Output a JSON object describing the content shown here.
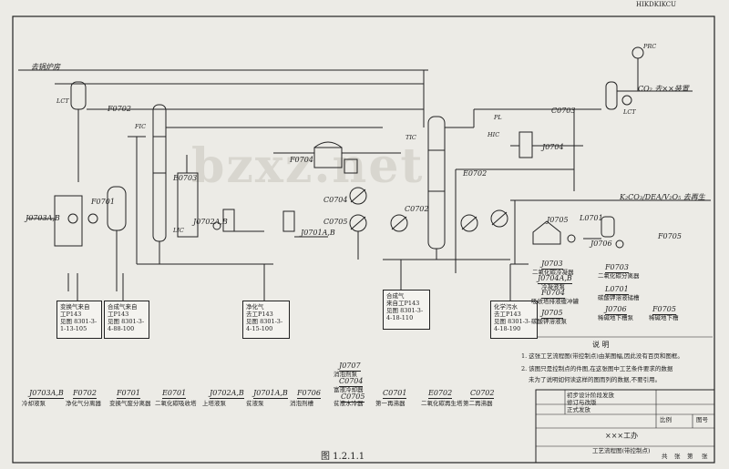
{
  "header_fragment": "HIKDKIKCU",
  "watermark": "bzxz.net",
  "figure_caption": "图 1.2.1.1",
  "top_left_line": "去锅炉房",
  "top_right_line": "CO₂ 去××装置",
  "right_mid_line": "K₂CO₃/DEA/V₂O₅ 去再生",
  "equipment": {
    "E0703": "E0703",
    "F0702_top": "F0702",
    "F0704": "F0704",
    "E0702": "E0702",
    "C0702": "C0702",
    "C0704": "C0704",
    "C0705": "C0705",
    "C0703": "C0703",
    "J0701AB_mid": "J0701A,B",
    "J0702AB_mid": "J0702A,B",
    "J0703AB_left": "J0703A,B",
    "F0701": "F0701",
    "J0705": "J0705",
    "J0706": "J0706",
    "L0701": "L0701",
    "F0705": "F0705",
    "L0701_top": "L0701",
    "J0704": "J0704"
  },
  "instruments": {
    "lct_left": "LCT",
    "lic_mid": "LIC",
    "ht_mid": "HIC",
    "lct_right": "LCT",
    "prc": "PRC",
    "tic": "TIC",
    "pl": "PL",
    "fic": "FIC"
  },
  "terminals": [
    {
      "id": "t1",
      "text": "变换气来自\n工P143\n见图 8301-3-\n1-13-105"
    },
    {
      "id": "t2",
      "text": "合成气来自\n工P143\n见图 8301-3-\n4-88-100"
    },
    {
      "id": "t3",
      "text": "净化气\n去工P143\n见图 8301-3-\n4-15-100"
    },
    {
      "id": "t4",
      "text": "合成气\n来自工P143\n见图 8301-3-\n4-18-110"
    },
    {
      "id": "t5",
      "text": "化学污水\n去工P143\n见图 8301-3-\n4-18-190"
    }
  ],
  "right_legend": [
    {
      "tag": "J0703",
      "desc": "二氧化碳冷凝器"
    },
    {
      "tag": "J0704A,B",
      "desc": "冷凝液泵"
    },
    {
      "tag": "F0704",
      "desc": "吸收塔排液缓冲罐"
    },
    {
      "tag": "J0705",
      "desc": "碳酸钾溶液泵"
    },
    {
      "tag": "F0703",
      "desc": "二氧化碳分离器"
    },
    {
      "tag": "L0701",
      "desc": "碳酸钾溶液储槽"
    },
    {
      "tag": "J0706",
      "desc": "稀碱地下槽泵"
    },
    {
      "tag": "F0705",
      "desc": "稀碱地下槽"
    }
  ],
  "bottom_legend": [
    {
      "tag": "J0703A,B",
      "desc": "冷却液泵"
    },
    {
      "tag": "F0702",
      "desc": "净化气分离器"
    },
    {
      "tag": "F0701",
      "desc": "变换气废分离器"
    },
    {
      "tag": "E0701",
      "desc": "二氧化碳吸收塔"
    },
    {
      "tag": "J0702A,B",
      "desc": "上塔液泵"
    },
    {
      "tag": "J0701A,B",
      "desc": "贫液泵"
    },
    {
      "tag": "F0706",
      "desc": "消泡剂槽"
    },
    {
      "tag": "C0705",
      "desc": "贫液水冷器"
    },
    {
      "tag": "C0701",
      "desc": "第一再沸器"
    },
    {
      "tag": "E0702",
      "desc": "二氧化碳再生塔"
    },
    {
      "tag": "C0702",
      "desc": "第二再沸器"
    }
  ],
  "bottom_legend_stack": [
    {
      "tag": "J0707",
      "desc": "消泡剂泵"
    },
    {
      "tag": "C0704",
      "desc": "富液冷却器"
    }
  ],
  "notes": {
    "title": "说 明",
    "line1": "1. 这张工艺流程图(带控制点)由某图幅,因此没有百页和图框。",
    "line2": "2. 该图只是控制点的件图,在这张图中工艺条件要求的数据",
    "line3": "未为了说明如何读这样的图而列的数据,不要引用。"
  },
  "title_block": {
    "company": "×××工办",
    "drawing_title": "工艺流程图(带控制点)",
    "rev_rows": [
      "初步设计阶段发放",
      "修订与改版",
      "正式发放"
    ],
    "field_labels": [
      "比例",
      "图号",
      "共",
      "张",
      "第",
      "张"
    ]
  }
}
